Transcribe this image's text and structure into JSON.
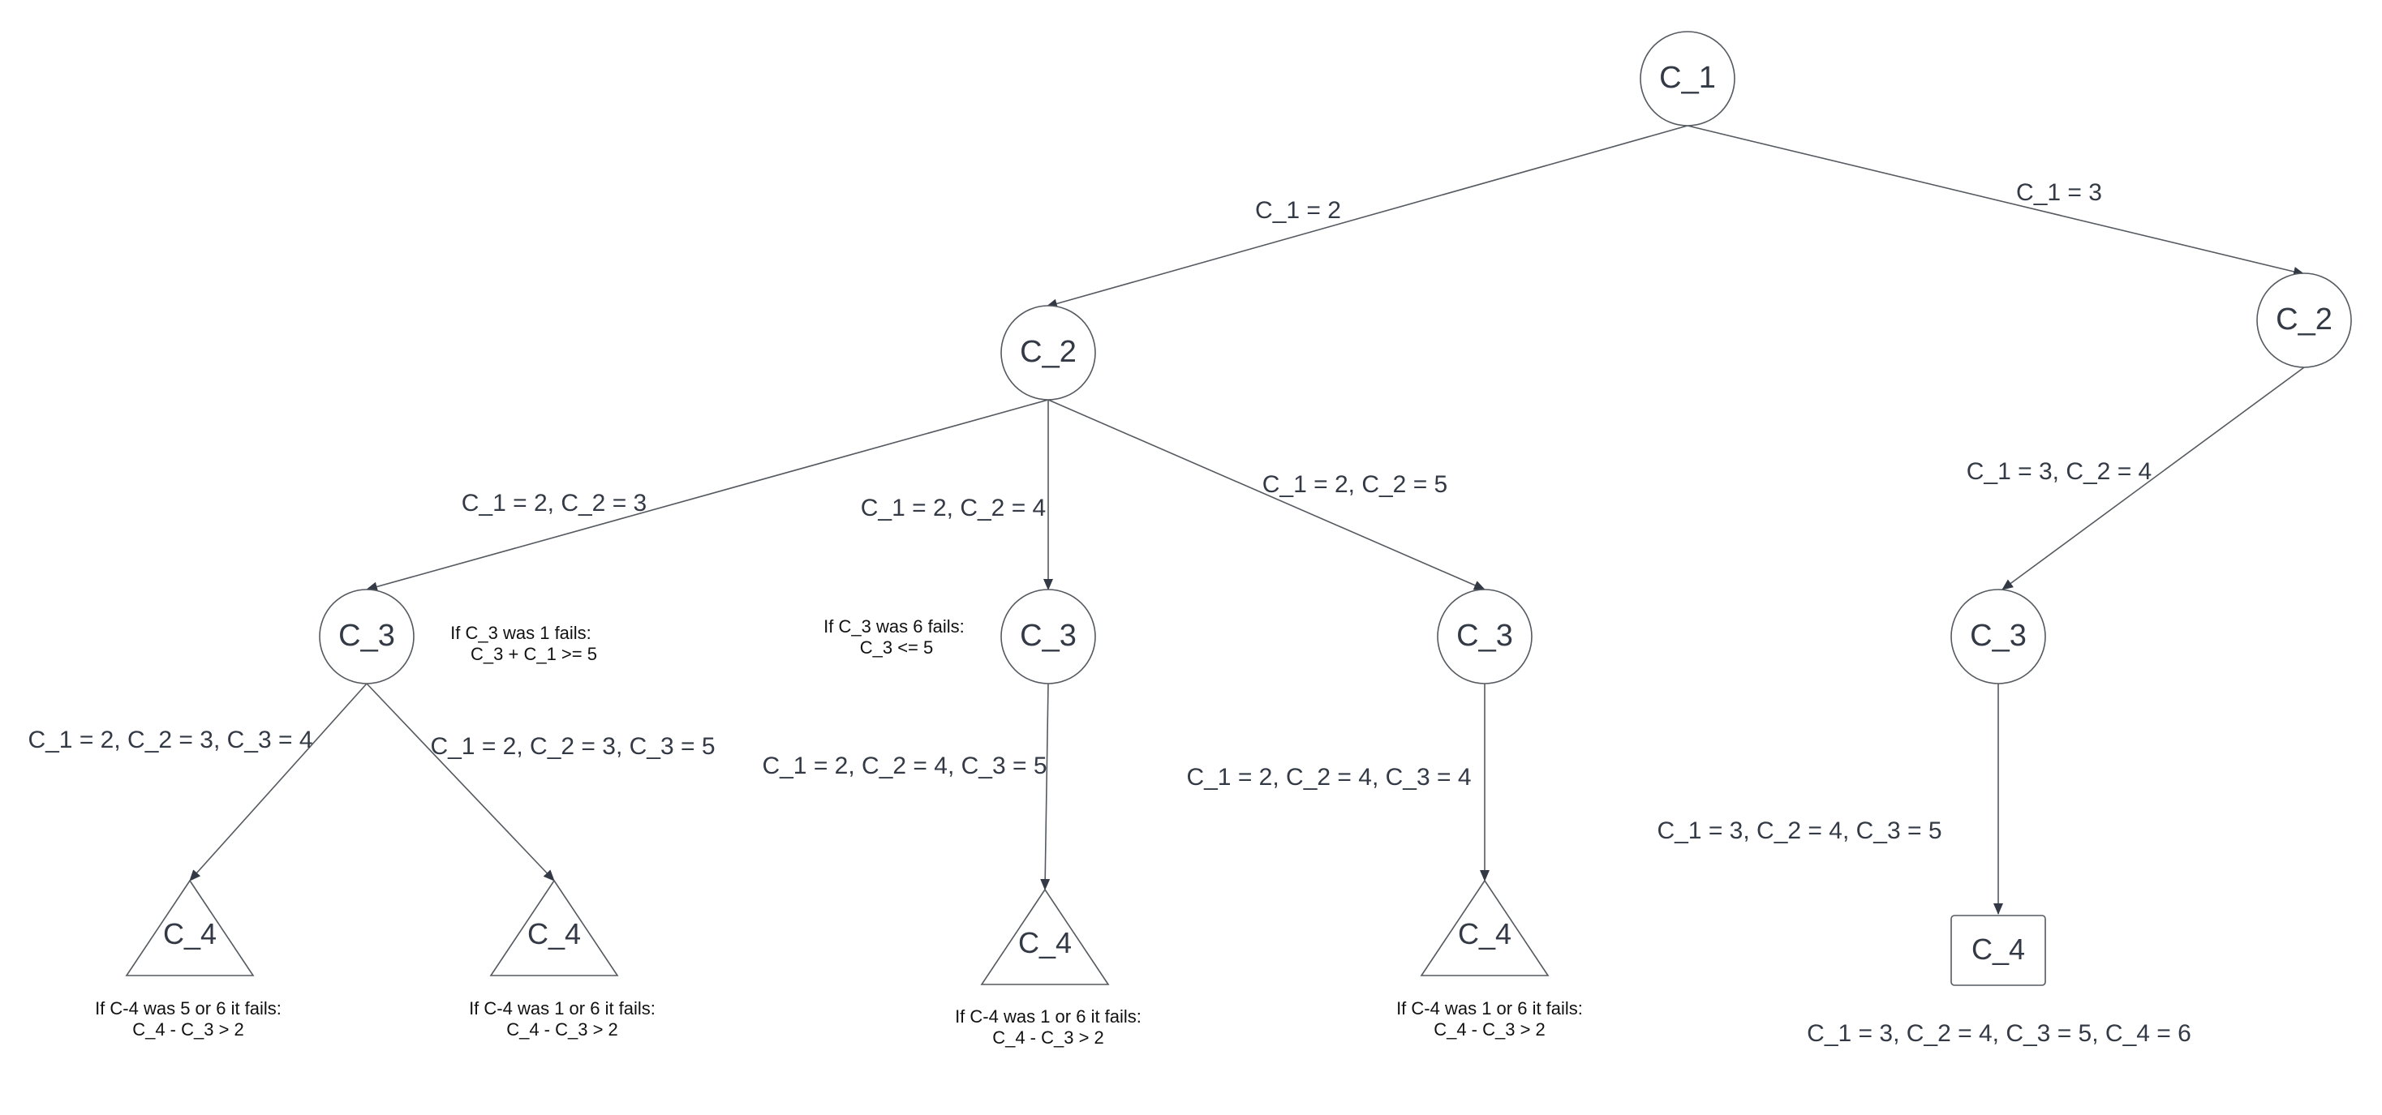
{
  "nodes": {
    "root": {
      "label": "C_1"
    },
    "c2_left": {
      "label": "C_2"
    },
    "c2_right": {
      "label": "C_2"
    },
    "c3_a": {
      "label": "C_3"
    },
    "c3_b": {
      "label": "C_3"
    },
    "c3_c": {
      "label": "C_3"
    },
    "c3_d": {
      "label": "C_3"
    },
    "c4_a": {
      "label": "C_4"
    },
    "c4_b": {
      "label": "C_4"
    },
    "c4_c": {
      "label": "C_4"
    },
    "c4_d": {
      "label": "C_4"
    },
    "c4_e": {
      "label": "C_4"
    }
  },
  "edges": {
    "root_to_c2_left": "C_1 = 2",
    "root_to_c2_right": "C_1 = 3",
    "c2_left_to_c3_a": "C_1 = 2, C_2 = 3",
    "c2_left_to_c3_b": "C_1 = 2, C_2 = 4",
    "c2_left_to_c3_c": "C_1 = 2, C_2 = 5",
    "c2_right_to_c3_d": "C_1 = 3, C_2 = 4",
    "c3_a_to_c4_a": "C_1 = 2, C_2 = 3, C_3 = 4",
    "c3_a_to_c4_b": "C_1 = 2, C_2 = 3, C_3 = 5",
    "c3_b_to_c4_c": "C_1 = 2, C_2 = 4, C_3 = 5",
    "c3_c_to_c4_d": "C_1 = 2, C_2 = 4, C_3 = 4",
    "c3_d_to_c4_e": "C_1 = 3, C_2 = 4, C_3 = 5"
  },
  "notes": {
    "c3_a": {
      "line1": "If C_3 was 1 fails:",
      "line2": "C_3 + C_1 >=  5"
    },
    "c3_b": {
      "line1": "If C_3 was 6 fails:",
      "line2": "C_3 <= 5"
    },
    "c4_a": {
      "line1": "If C-4 was 5 or 6 it fails:",
      "line2": "C_4 -  C_3 > 2"
    },
    "c4_b": {
      "line1": "If C-4 was 1 or 6 it fails:",
      "line2": "C_4 -  C_3 > 2"
    },
    "c4_c": {
      "line1": "If C-4 was 1 or 6 it fails:",
      "line2": "C_4 -  C_3 > 2"
    },
    "c4_d": {
      "line1": "If C-4 was 1 or 6 it fails:",
      "line2": "C_4 -  C_3 > 2"
    }
  },
  "solution": "C_1 = 3, C_2 = 4, C_3 = 5, C_4 = 6",
  "colors": {
    "stroke": "#555a60",
    "text": "#333a45",
    "note_text": "#111111",
    "background": "#ffffff"
  }
}
